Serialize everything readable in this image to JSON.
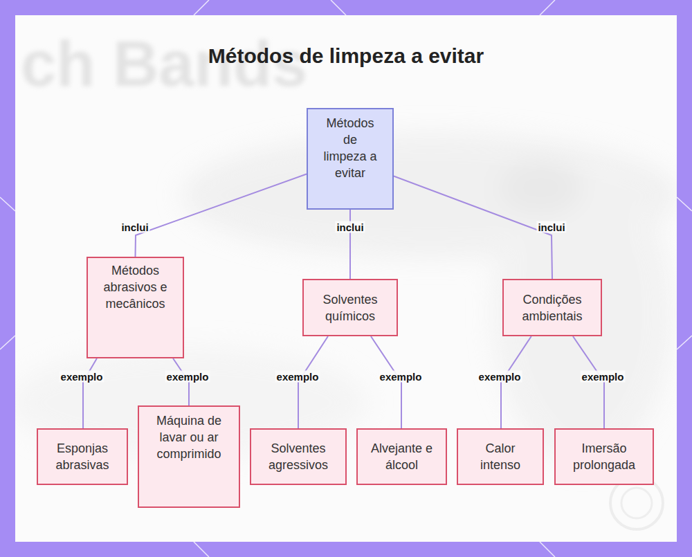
{
  "diagram": {
    "title": "Métodos de limpeza a evitar",
    "nodes": [
      {
        "text": [
          "Métodos de limpeza a evitar"
        ]
      },
      {
        "text": [
          "Métodos abrasivos e mecânicos"
        ]
      },
      {
        "text": [
          "Solventes químicos"
        ]
      },
      {
        "text": [
          "Condições ambientais"
        ]
      },
      {
        "text": [
          "Esponjas abrasivas"
        ]
      },
      {
        "text": [
          "Máquina de lavar ou ar comprimido"
        ]
      },
      {
        "text": [
          "Solventes agressivos"
        ]
      },
      {
        "text": [
          "Alvejante e álcool"
        ]
      },
      {
        "text": [
          "Calor intenso"
        ]
      },
      {
        "text": [
          "Imersão prolongada"
        ]
      }
    ],
    "edges": [
      {
        "from": 0,
        "to": 1,
        "label": "inclui",
        "arrow": "none"
      },
      {
        "from": 0,
        "to": 2,
        "label": "inclui",
        "arrow": "none"
      },
      {
        "from": 0,
        "to": 3,
        "label": "inclui",
        "arrow": "none"
      },
      {
        "from": 1,
        "to": 4,
        "label": "exemplo",
        "arrow": "none"
      },
      {
        "from": 1,
        "to": 5,
        "label": "exemplo",
        "arrow": "none"
      },
      {
        "from": 2,
        "to": 6,
        "label": "exemplo",
        "arrow": "none"
      },
      {
        "from": 2,
        "to": 7,
        "label": "exemplo",
        "arrow": "none"
      },
      {
        "from": 3,
        "to": 8,
        "label": "exemplo",
        "arrow": "none"
      },
      {
        "from": 3,
        "to": 9,
        "label": "exemplo",
        "arrow": "none"
      }
    ],
    "labels": [
      "ch Bands"
    ]
  }
}
